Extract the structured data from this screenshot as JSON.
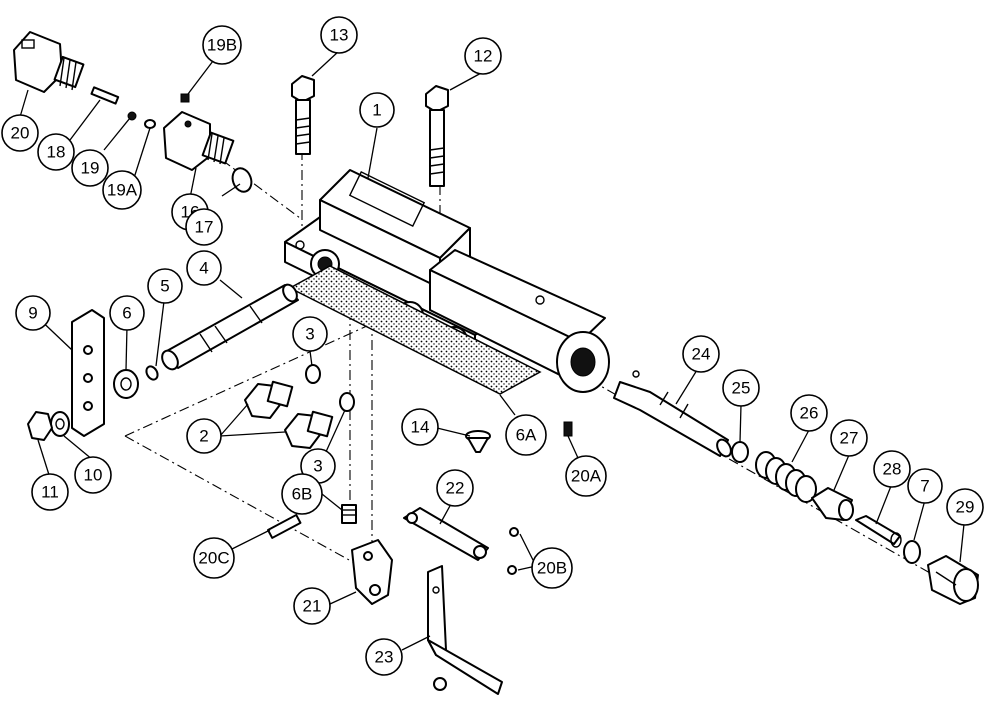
{
  "diagram": {
    "callouts": {
      "c1": "1",
      "c2": "2",
      "c3a": "3",
      "c3b": "3",
      "c4": "4",
      "c5": "5",
      "c6": "6",
      "c6a": "6A",
      "c6b": "6B",
      "c7": "7",
      "c9": "9",
      "c10": "10",
      "c11": "11",
      "c12": "12",
      "c13": "13",
      "c14": "14",
      "c16": "16",
      "c17": "17",
      "c18": "18",
      "c19": "19",
      "c19a": "19A",
      "c19b": "19B",
      "c20": "20",
      "c20a": "20A",
      "c20b": "20B",
      "c20c": "20C",
      "c21": "21",
      "c22": "22",
      "c23": "23",
      "c24": "24",
      "c25": "25",
      "c26": "26",
      "c27": "27",
      "c28": "28",
      "c29": "29"
    }
  }
}
